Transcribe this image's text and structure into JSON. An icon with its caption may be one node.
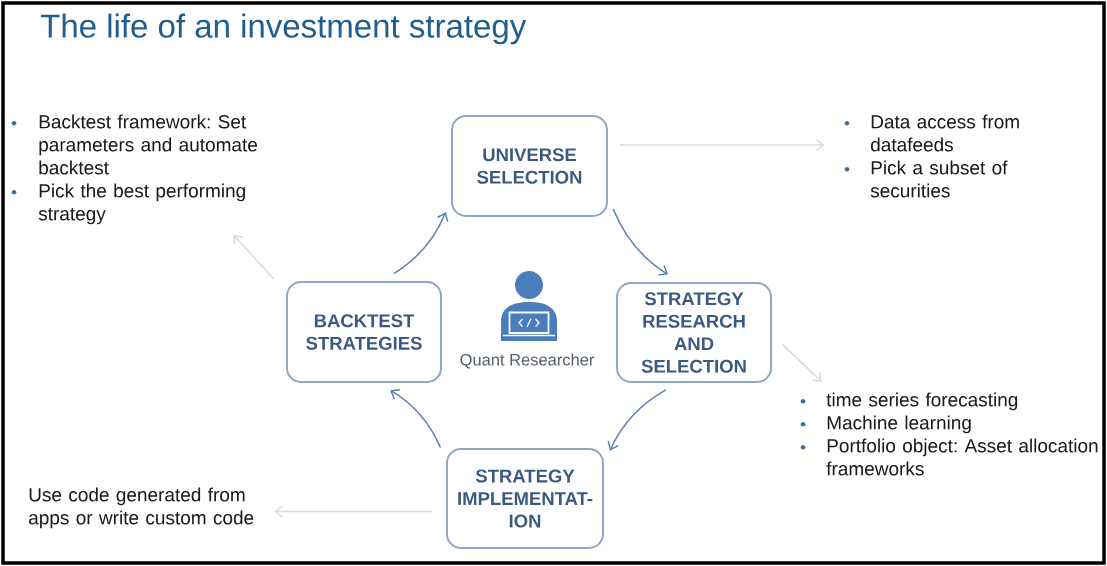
{
  "diagram": {
    "title": "The life of an investment strategy",
    "nodes": [
      {
        "text": [
          "Backtest framework: Set parameters and automate backtest",
          "Pick the best performing strategy"
        ]
      },
      {
        "text": [
          "UNIVERSE SELECTION"
        ]
      },
      {
        "text": [
          "Data access from datafeeds",
          "Pick a subset of securities"
        ]
      },
      {
        "text": [
          "BACKTEST STRATEGIES"
        ]
      },
      {
        "text": [
          "STRATEGY RESEARCH AND SELECTION"
        ]
      },
      {
        "text": [
          "time series forecasting",
          "Machine learning",
          "Portfolio object: Asset allocation frameworks"
        ]
      },
      {
        "text": [
          "Use code generated from apps or write custom code"
        ]
      },
      {
        "text": [
          "STRATEGY IMPLEMENTAT- ION"
        ]
      }
    ],
    "edges": [
      {
        "from": 1,
        "to": 4,
        "arrow": "to"
      },
      {
        "from": 4,
        "to": 7,
        "arrow": "to"
      },
      {
        "from": 7,
        "to": 3,
        "arrow": "to"
      },
      {
        "from": 3,
        "to": 1,
        "arrow": "to"
      },
      {
        "from": 1,
        "to": 2,
        "arrow": "to",
        "color": "#d3dce6"
      },
      {
        "from": 4,
        "to": 5,
        "arrow": "to",
        "color": "#d3dce6"
      },
      {
        "from": 7,
        "to": 6,
        "arrow": "to",
        "color": "#d3dce6"
      },
      {
        "from": 3,
        "to": 0,
        "arrow": "to",
        "color": "#d3dce6"
      }
    ],
    "labels": [
      "Quant Researcher"
    ]
  }
}
